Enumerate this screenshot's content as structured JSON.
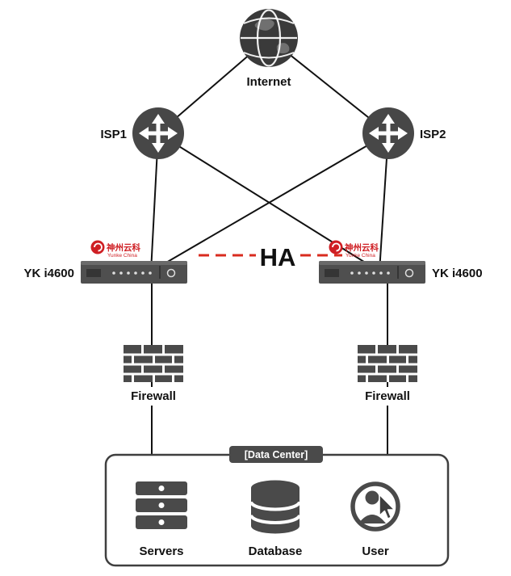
{
  "diagram": {
    "nodes": {
      "internet": {
        "label": "Internet"
      },
      "isp1": {
        "label": "ISP1"
      },
      "isp2": {
        "label": "ISP2"
      },
      "appliance_left": {
        "label": "YK i4600",
        "vendor_name": "神州云科",
        "vendor_sub": "Yunke China"
      },
      "appliance_right": {
        "label": "YK i4600",
        "vendor_name": "神州云科",
        "vendor_sub": "Yunke China"
      },
      "ha": {
        "label": "HA"
      },
      "firewall_left": {
        "label": "Firewall"
      },
      "firewall_right": {
        "label": "Firewall"
      },
      "datacenter": {
        "label": "[Data Center]"
      },
      "servers": {
        "label": "Servers"
      },
      "database": {
        "label": "Database"
      },
      "user": {
        "label": "User"
      }
    },
    "connections": [
      {
        "from": "Internet",
        "to": "ISP1"
      },
      {
        "from": "Internet",
        "to": "ISP2"
      },
      {
        "from": "ISP1",
        "to": "YK i4600 left"
      },
      {
        "from": "ISP1",
        "to": "YK i4600 right"
      },
      {
        "from": "ISP2",
        "to": "YK i4600 left"
      },
      {
        "from": "ISP2",
        "to": "YK i4600 right"
      },
      {
        "from": "YK i4600 left",
        "to": "Firewall left"
      },
      {
        "from": "YK i4600 right",
        "to": "Firewall right"
      },
      {
        "from": "Firewall left",
        "to": "Data Center"
      },
      {
        "from": "Firewall right",
        "to": "Data Center"
      },
      {
        "from": "YK i4600 left",
        "to": "YK i4600 right",
        "type": "HA",
        "style": "dashed-red"
      }
    ],
    "colors": {
      "icon_gray": "#4a4a4a",
      "line_black": "#111111",
      "ha_red": "#d92b1f",
      "logo_red": "#cf1f24"
    }
  }
}
